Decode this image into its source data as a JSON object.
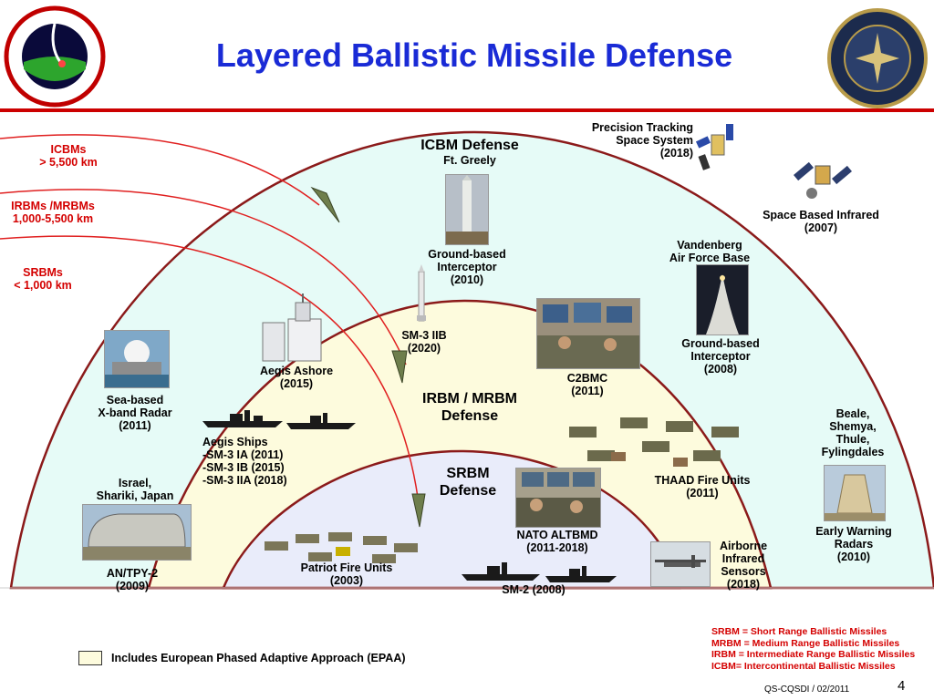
{
  "title": "Layered Ballistic Missile Defense",
  "threats": [
    {
      "name": "ICBMs",
      "range": "> 5,500 km"
    },
    {
      "name": "IRBMs /MRBMs",
      "range": "1,000-5,500 km"
    },
    {
      "name": "SRBMs",
      "range": "< 1,000 km"
    }
  ],
  "layers": {
    "icbm": {
      "title": "ICBM Defense",
      "subtitle": "Ft. Greely"
    },
    "irbm": {
      "title_line1": "IRBM / MRBM",
      "title_line2": "Defense"
    },
    "srbm": {
      "title_line1": "SRBM",
      "title_line2": "Defense"
    }
  },
  "systems": {
    "gbi_greely": [
      "Ground-based",
      "Interceptor",
      "(2010)"
    ],
    "precision_tracking": [
      "Precision Tracking",
      "Space System",
      "(2018)"
    ],
    "space_based_infrared": [
      "Space Based Infrared",
      "(2007)"
    ],
    "vandenberg": [
      "Vandenberg",
      "Air Force Base"
    ],
    "gbi_vandenberg": [
      "Ground-based",
      "Interceptor",
      "(2008)"
    ],
    "sm3_iib": [
      "SM-3 IIB",
      "(2020)"
    ],
    "aegis_ashore": [
      "Aegis Ashore",
      "(2015)"
    ],
    "c2bmc": [
      "C2BMC",
      "(2011)"
    ],
    "sbx": [
      "Sea-based",
      "X-band Radar",
      "(2011)"
    ],
    "aegis_ships": {
      "title": "Aegis Ships",
      "items": [
        "-SM-3 IA (2011)",
        "-SM-3 IB (2015)",
        "-SM-3 IIA (2018)"
      ]
    },
    "israel": [
      "Israel,",
      "Shariki, Japan"
    ],
    "an_tpy2": [
      "AN/TPY-2",
      "(2009)"
    ],
    "thaad": [
      "THAAD Fire Units",
      "(2011)"
    ],
    "beale": [
      "Beale,",
      "Shemya,",
      "Thule,",
      "Fylingdales"
    ],
    "early_warning": [
      "Early Warning",
      "Radars",
      "(2010)"
    ],
    "nato_altbmd": [
      "NATO ALTBMD",
      "(2011-2018)"
    ],
    "airborne_infrared": [
      "Airborne",
      "Infrared",
      "Sensors",
      "(2018)"
    ],
    "patriot": [
      "Patriot Fire Units",
      "(2003)"
    ],
    "sm2": "SM-2 (2008)"
  },
  "legend": {
    "epaa": "Includes European Phased Adaptive Approach (EPAA)"
  },
  "definitions": [
    "SRBM = Short Range Ballistic Missiles",
    "MRBM = Medium Range Ballistic Missiles",
    "IRBM = Intermediate Range Ballistic Missiles",
    "ICBM= Intercontinental Ballistic Missiles"
  ],
  "footer": {
    "code": "QS-CQSDI / 02/2011",
    "page": "4"
  },
  "colors": {
    "title": "#1a2bd6",
    "rule": "#cc0000",
    "outer_dome": "#e6fbf7",
    "middle_dome": "#fdfbdd",
    "inner_dome": "#e9ecfa",
    "trajectory": "#e02020",
    "definitions": "#d40000"
  }
}
